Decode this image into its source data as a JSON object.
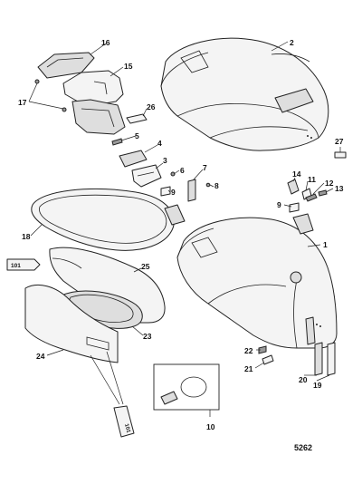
{
  "diagram": {
    "figure_number": "5262",
    "callouts": {
      "c1": "1",
      "c2": "2",
      "c3": "3",
      "c4": "4",
      "c5": "5",
      "c6": "6",
      "c7": "7",
      "c8": "8",
      "c9a": "9",
      "c9b": "9",
      "c10": "10",
      "c11": "11",
      "c12": "12",
      "c13": "13",
      "c14": "14",
      "c15": "15",
      "c16": "16",
      "c17": "17",
      "c18": "18",
      "c19": "19",
      "c20": "20",
      "c21": "21",
      "c22": "22",
      "c23": "23",
      "c24": "24",
      "c25": "25",
      "c26": "26",
      "c27": "27"
    },
    "tube_labels": {
      "t1": "101",
      "t2": "101"
    }
  }
}
